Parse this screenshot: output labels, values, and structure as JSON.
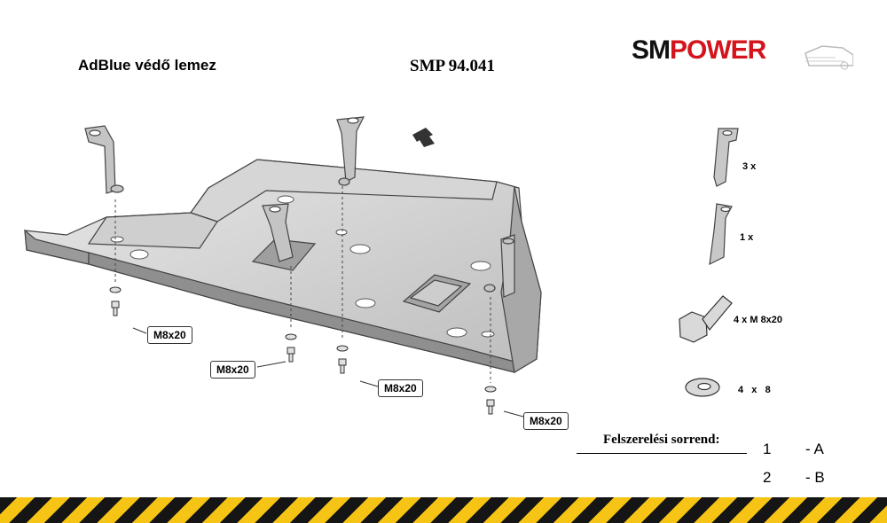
{
  "header": {
    "title": "AdBlue védő lemez",
    "code": "SMP 94.041",
    "logo_part1": "SM",
    "logo_part2": "POWER"
  },
  "callouts": [
    "M8x20",
    "M8x20",
    "M8x20",
    "M8x20"
  ],
  "parts": {
    "bracket_a_qty": "3 x",
    "bracket_b_qty": "1 x",
    "bolt_qty": "4 x M 8x20",
    "washer_qty": "4   x   8"
  },
  "order": {
    "title": "Felszerelési sorrend:",
    "rows": [
      {
        "num": "1",
        "code": "- A"
      },
      {
        "num": "2",
        "code": "- B"
      }
    ]
  },
  "colors": {
    "stripe_yellow": "#f6c414",
    "stripe_black": "#151515",
    "logo_red": "#d4141c"
  }
}
